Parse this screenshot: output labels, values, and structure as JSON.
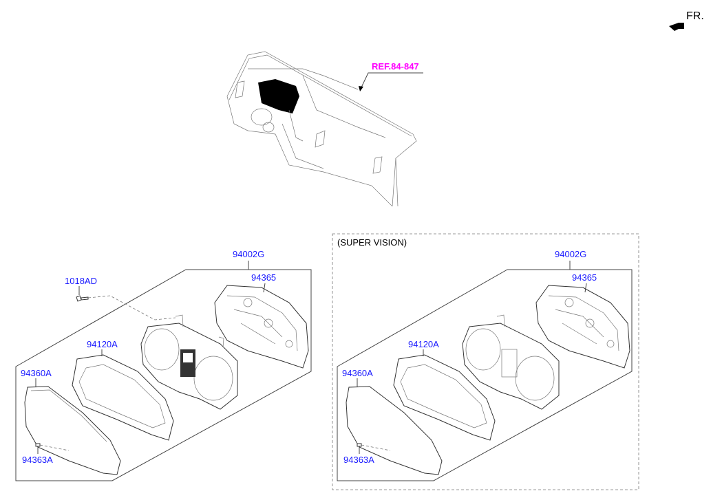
{
  "header": {
    "front_indicator": "FR."
  },
  "overview": {
    "reference_label": "REF.84-847"
  },
  "standard_group": {
    "assembly": "94002G",
    "parts": {
      "screw": "1018AD",
      "case": "94365",
      "cluster_face": "94120A",
      "window": "94360A",
      "clip": "94363A"
    }
  },
  "super_vision_group": {
    "title": "(SUPER VISION)",
    "assembly": "94002G",
    "parts": {
      "case": "94365",
      "cluster_face": "94120A",
      "window": "94360A",
      "clip": "94363A"
    }
  }
}
